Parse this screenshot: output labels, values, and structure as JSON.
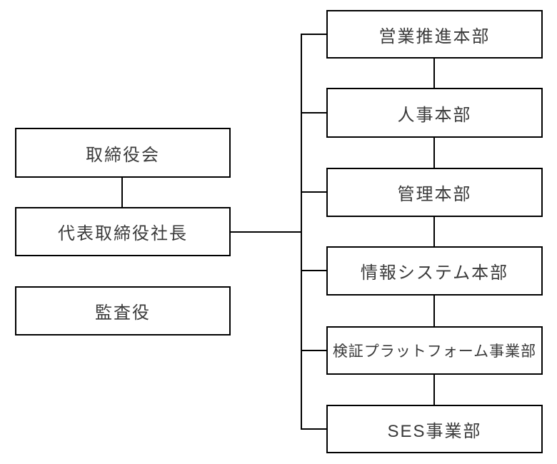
{
  "chart": {
    "type": "org-chart",
    "background_color": "#ffffff",
    "line_color": "#000000",
    "text_color": "#3a3a3a",
    "left_nodes": [
      {
        "label": "取締役会"
      },
      {
        "label": "代表取締役社長"
      },
      {
        "label": "監査役"
      }
    ],
    "right_nodes": [
      {
        "label": "営業推進本部"
      },
      {
        "label": "人事本部"
      },
      {
        "label": "管理本部"
      },
      {
        "label": "情報システム本部"
      },
      {
        "label": "検証プラットフォーム事業部"
      },
      {
        "label": "SES事業部"
      }
    ]
  }
}
